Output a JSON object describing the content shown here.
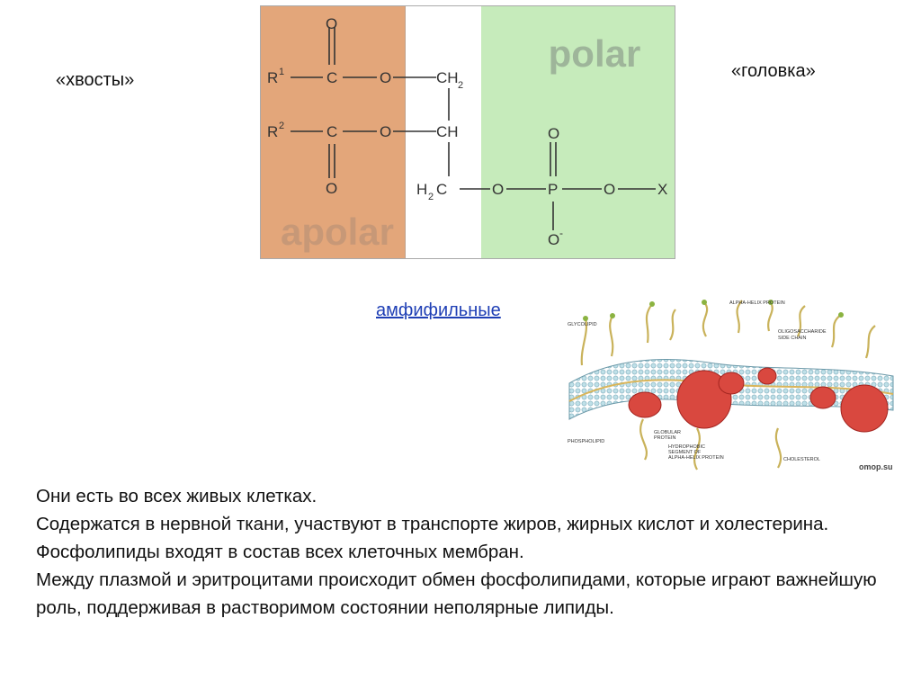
{
  "labels": {
    "tails": "«хвосты»",
    "head": "«головка»",
    "link": "амфифильные"
  },
  "formula": {
    "polar": "polar",
    "apolar": "apolar",
    "atoms": {
      "r1": "R",
      "r1sup": "1",
      "r2": "R",
      "r2sup": "2",
      "c": "C",
      "o": "O",
      "p": "P",
      "x": "X",
      "ch2": "CH",
      "ch2sub": "2",
      "ch": "CH",
      "h2c_h": "H",
      "h2c_sub": "2",
      "h2c_c": "C",
      "ominus": "O",
      "minus": "-"
    },
    "colors": {
      "apolar_bg": "#e3a67a",
      "polar_bg": "#c6ebbb",
      "apolar_text": "#c79877",
      "polar_text": "#9eb59a"
    }
  },
  "membrane": {
    "labels": {
      "glycolipid": "GLYCOLIPID",
      "alpha_helix": "ALPHA-HELIX PROTEIN",
      "oligo": "OLIGOSACCHARIDE",
      "side_chain": "SIDE CHAIN",
      "phospholipid": "PHOSPHOLIPID",
      "globular": "GLOBULAR",
      "protein": "PROTEIN",
      "hydro1": "HYDROPHOBIC",
      "hydro2": "SEGMENT OF",
      "hydro3": "ALPHA-HELIX PROTEIN",
      "cholesterol": "CHOLESTEROL",
      "source": "omop.su"
    }
  },
  "text": {
    "p1": "Они есть во всех живых клетках.",
    "p2": "Содержатся в нервной ткани, участвуют в транспорте жиров, жирных кислот и холестерина.",
    "p3": "Фосфолипиды входят в состав всех клеточных мембран.",
    "p4": "Между плазмой и эритроцитами происходит обмен фосфолипидами, которые играют важнейшую роль, поддерживая в растворимом состоянии неполярные липиды."
  }
}
